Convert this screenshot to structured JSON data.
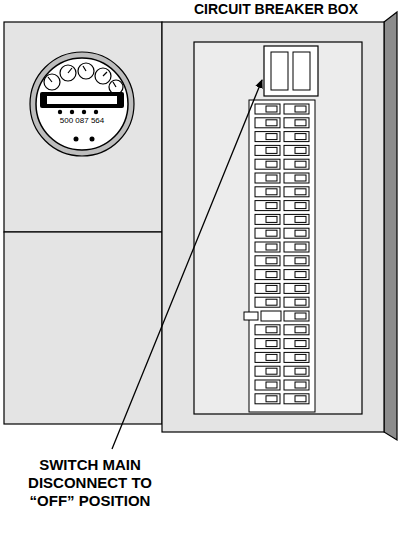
{
  "diagram": {
    "title": "CIRCUIT BREAKER BOX",
    "labels": [
      "500 087 564",
      "SWITCH MAIN DISCONNECT TO “OFF” POSITION"
    ]
  }
}
